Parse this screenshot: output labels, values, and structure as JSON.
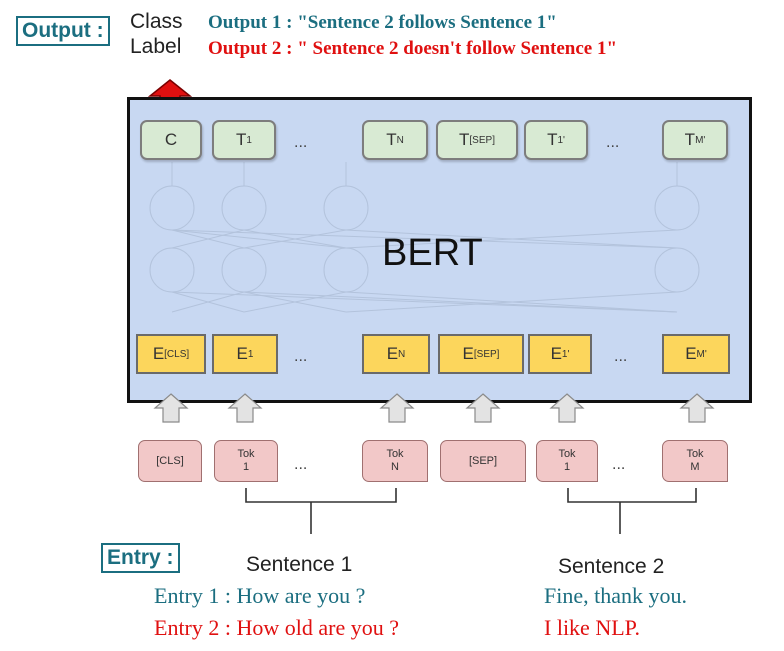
{
  "output_label": "Output :",
  "class_label": [
    "Class",
    "Label"
  ],
  "outputs": [
    {
      "text": "Output 1 : \"Sentence 2 follows Sentence 1\"",
      "color": "#1b6e80"
    },
    {
      "text": "Output 2 : \" Sentence 2 doesn't follow Sentence 1\"",
      "color": "#e01010"
    }
  ],
  "model_name": "BERT",
  "top_tokens": [
    {
      "base": "C",
      "sub": ""
    },
    {
      "base": "T",
      "sub": "1"
    },
    {
      "base": "T",
      "sub": "N"
    },
    {
      "base": "T",
      "sub": "[SEP]"
    },
    {
      "base": "T",
      "sub": "1",
      "prime": "'"
    },
    {
      "base": "T",
      "sub": "M",
      "prime": "'"
    }
  ],
  "embeddings": [
    {
      "base": "E",
      "sub": "[CLS]"
    },
    {
      "base": "E",
      "sub": "1"
    },
    {
      "base": "E",
      "sub": "N"
    },
    {
      "base": "E",
      "sub": "[SEP]"
    },
    {
      "base": "E",
      "sub": "1",
      "prime": "'"
    },
    {
      "base": "E",
      "sub": "M",
      "prime": "'"
    }
  ],
  "input_tokens": [
    "[CLS]",
    "Tok\n1",
    "Tok\nN",
    "[SEP]",
    "Tok\n1",
    "Tok\nM"
  ],
  "ellipsis": "...",
  "sentence1_label": "Sentence 1",
  "sentence2_label": "Sentence 2",
  "entry_label": "Entry :",
  "entries": [
    {
      "s1": "Entry 1 : How are you ?",
      "s2": "Fine, thank you.",
      "color": "#1b6e80"
    },
    {
      "s1": "Entry 2 : How old are you ?",
      "s2": "I like NLP.",
      "color": "#e01010"
    }
  ],
  "colors": {
    "bert_bg": "#c8d8f2",
    "top_box": "#d8ead3",
    "embed_box": "#fcd65c",
    "token_box": "#f2c8c8",
    "arrow_red": "#e01010"
  }
}
